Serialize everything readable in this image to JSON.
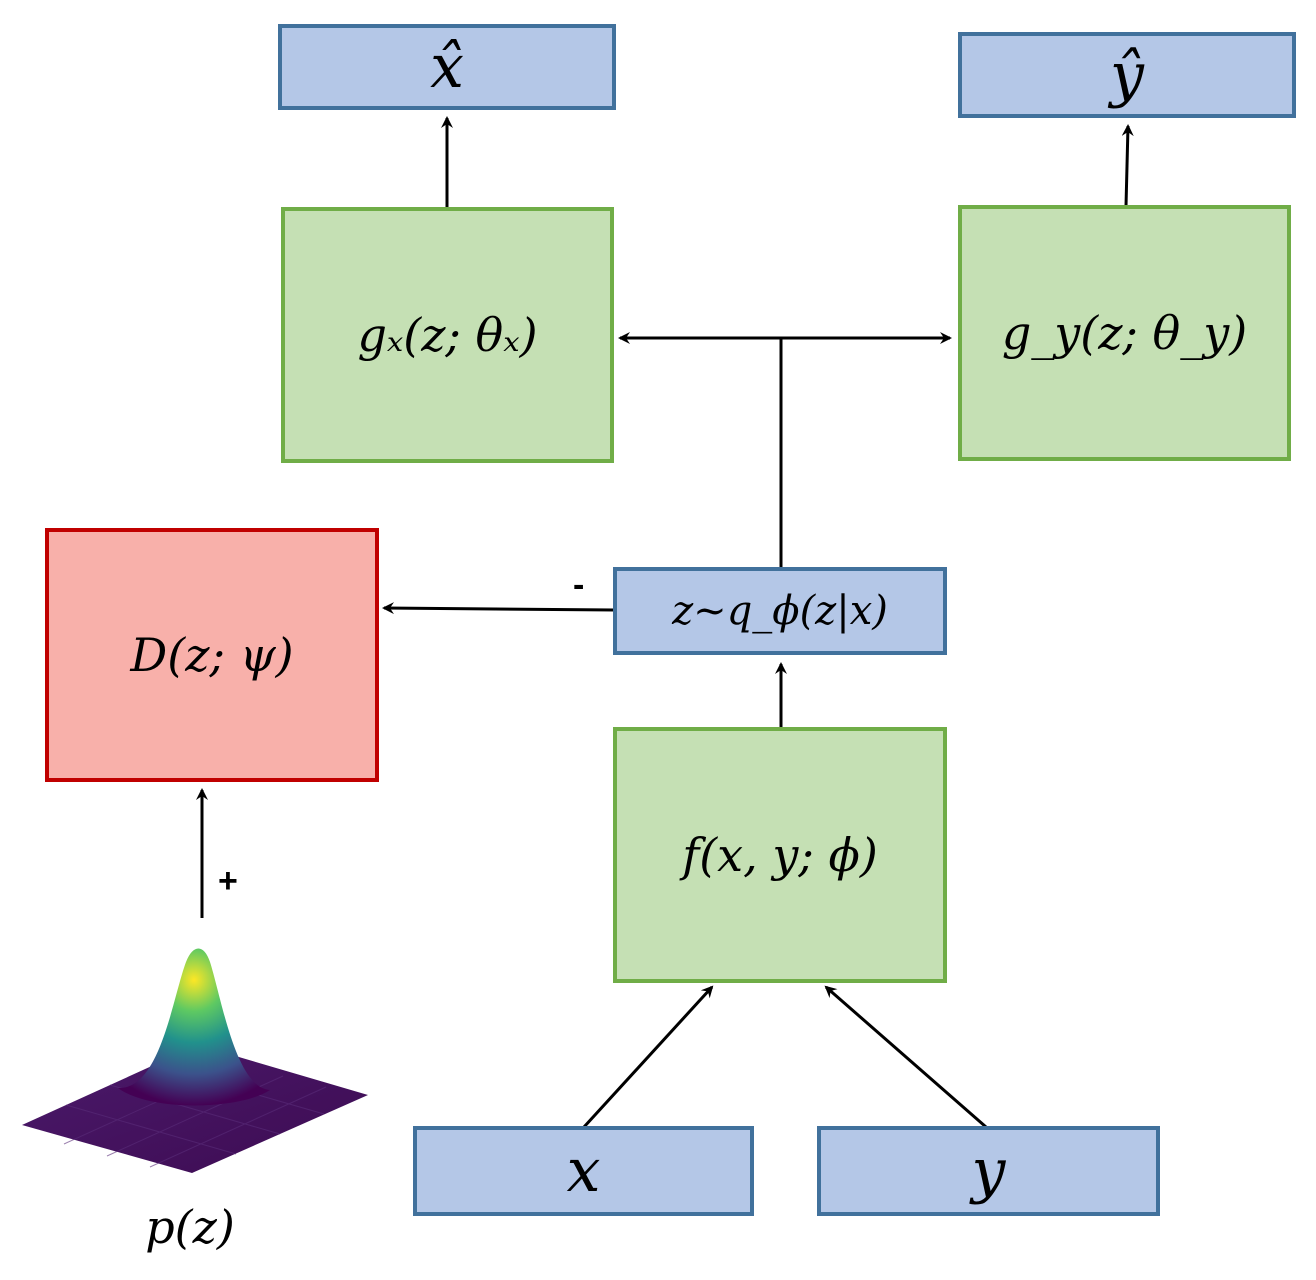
{
  "nodes": {
    "x_hat": {
      "label": "x̂",
      "color": "#b4c7e7"
    },
    "y_hat": {
      "label": "ŷ",
      "color": "#b4c7e7"
    },
    "g_x": {
      "label": "gₓ(z; θₓ)",
      "color": "#c5e0b4"
    },
    "g_y": {
      "label": "g_y(z; θ_y)",
      "color": "#c5e0b4"
    },
    "discriminator": {
      "label": "D(z; ψ)",
      "color": "#f8b0aa"
    },
    "latent": {
      "label": "z~q_ϕ(z|x)",
      "color": "#b4c7e7"
    },
    "encoder": {
      "label": "f(x, y; ϕ)",
      "color": "#c5e0b4"
    },
    "x": {
      "label": "x",
      "color": "#b4c7e7"
    },
    "y": {
      "label": "y",
      "color": "#b4c7e7"
    },
    "prior": {
      "label": "p(z)"
    }
  },
  "edges": {
    "minus_sign": "-",
    "plus_sign": "+"
  }
}
